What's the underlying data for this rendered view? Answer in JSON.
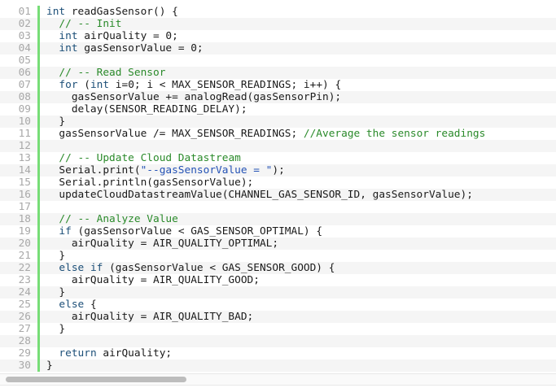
{
  "lines": [
    [
      [
        "kw",
        "int"
      ],
      [
        "tx",
        " readGasSensor() {"
      ]
    ],
    [
      [
        "tx",
        "  "
      ],
      [
        "cm",
        "// -- Init"
      ]
    ],
    [
      [
        "tx",
        "  "
      ],
      [
        "kw",
        "int"
      ],
      [
        "tx",
        " airQuality = 0;"
      ]
    ],
    [
      [
        "tx",
        "  "
      ],
      [
        "kw",
        "int"
      ],
      [
        "tx",
        " gasSensorValue = 0;"
      ]
    ],
    [],
    [
      [
        "tx",
        "  "
      ],
      [
        "cm",
        "// -- Read Sensor"
      ]
    ],
    [
      [
        "tx",
        "  "
      ],
      [
        "kw",
        "for"
      ],
      [
        "tx",
        " ("
      ],
      [
        "kw",
        "int"
      ],
      [
        "tx",
        " i=0; i < MAX_SENSOR_READINGS; i++) {"
      ]
    ],
    [
      [
        "tx",
        "    gasSensorValue += analogRead(gasSensorPin);"
      ]
    ],
    [
      [
        "tx",
        "    delay(SENSOR_READING_DELAY);"
      ]
    ],
    [
      [
        "tx",
        "  }"
      ]
    ],
    [
      [
        "tx",
        "  gasSensorValue /= MAX_SENSOR_READINGS; "
      ],
      [
        "cm",
        "//Average the sensor readings"
      ]
    ],
    [],
    [
      [
        "tx",
        "  "
      ],
      [
        "cm",
        "// -- Update Cloud Datastream"
      ]
    ],
    [
      [
        "tx",
        "  Serial.print("
      ],
      [
        "st",
        "\"--gasSensorValue = \""
      ],
      [
        "tx",
        ");"
      ]
    ],
    [
      [
        "tx",
        "  Serial.println(gasSensorValue);"
      ]
    ],
    [
      [
        "tx",
        "  updateCloudDatastreamValue(CHANNEL_GAS_SENSOR_ID, gasSensorValue);"
      ]
    ],
    [],
    [
      [
        "tx",
        "  "
      ],
      [
        "cm",
        "// -- Analyze Value"
      ]
    ],
    [
      [
        "tx",
        "  "
      ],
      [
        "kw",
        "if"
      ],
      [
        "tx",
        " (gasSensorValue < GAS_SENSOR_OPTIMAL) {"
      ]
    ],
    [
      [
        "tx",
        "    airQuality = AIR_QUALITY_OPTIMAL;"
      ]
    ],
    [
      [
        "tx",
        "  }"
      ]
    ],
    [
      [
        "tx",
        "  "
      ],
      [
        "kw",
        "else if"
      ],
      [
        "tx",
        " (gasSensorValue < GAS_SENSOR_GOOD) {"
      ]
    ],
    [
      [
        "tx",
        "    airQuality = AIR_QUALITY_GOOD;"
      ]
    ],
    [
      [
        "tx",
        "  }"
      ]
    ],
    [
      [
        "tx",
        "  "
      ],
      [
        "kw",
        "else"
      ],
      [
        "tx",
        " {"
      ]
    ],
    [
      [
        "tx",
        "    airQuality = AIR_QUALITY_BAD;"
      ]
    ],
    [
      [
        "tx",
        "  }"
      ]
    ],
    [],
    [
      [
        "tx",
        "  "
      ],
      [
        "kw",
        "return"
      ],
      [
        "tx",
        " airQuality;"
      ]
    ],
    [
      [
        "tx",
        "}"
      ]
    ]
  ],
  "line_numbers": [
    "01",
    "02",
    "03",
    "04",
    "05",
    "06",
    "07",
    "08",
    "09",
    "10",
    "11",
    "12",
    "13",
    "14",
    "15",
    "16",
    "17",
    "18",
    "19",
    "20",
    "21",
    "22",
    "23",
    "24",
    "25",
    "26",
    "27",
    "28",
    "29",
    "30"
  ],
  "colors": {
    "gutter_bar": "#77dd77",
    "keyword": "#1c4f78",
    "comment": "#2a8a2a",
    "string": "#2452b5"
  }
}
